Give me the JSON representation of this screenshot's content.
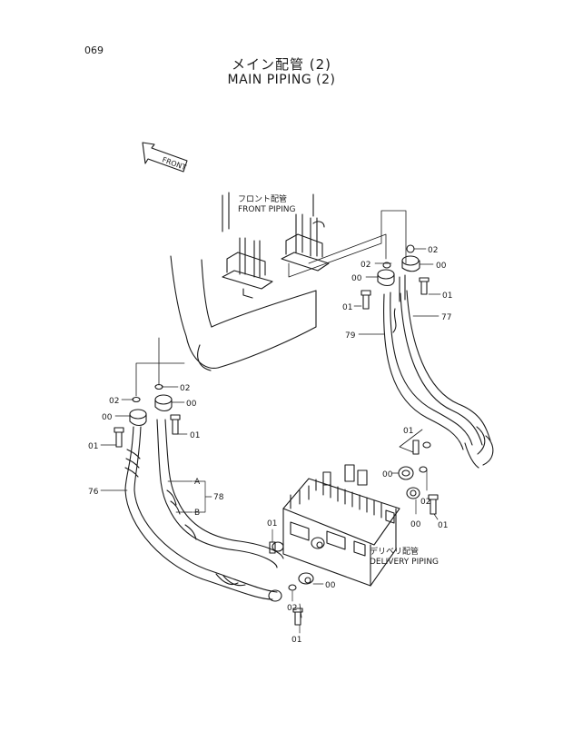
{
  "page_number": "069",
  "title_jp": "メイン配管 (2)",
  "title_en": "MAIN PIPING (2)",
  "front_arrow_label": "FRONT",
  "front_piping": {
    "jp": "フロント配管",
    "en": "FRONT PIPING"
  },
  "delivery_piping": {
    "jp": "デリベリ配管",
    "en": "DELIVERY PIPING"
  },
  "callouts": {
    "c02_a": "02",
    "c00_a": "00",
    "c01_a": "01",
    "c77": "77",
    "c02_b": "02",
    "c00_b": "00",
    "c01_b": "01",
    "c79": "79",
    "c02_c": "02",
    "c02_d": "02",
    "c00_c": "00",
    "c00_d": "00",
    "c01_c": "01",
    "c01_d": "01",
    "c76": "76",
    "cA": "A",
    "cB": "B",
    "c78": "78",
    "c01_e": "01",
    "c02_e": "02",
    "c00_e": "00",
    "c00_f": "00",
    "c01_f": "01",
    "c01_g": "01",
    "c00_g": "00",
    "c02_f": "02",
    "c01_h": "01"
  }
}
